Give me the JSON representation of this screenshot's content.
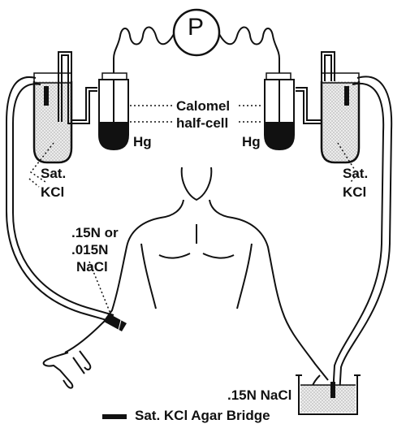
{
  "meter": {
    "letter": "P"
  },
  "labels": {
    "calomel_line1": "Calomel",
    "calomel_line2": "half-cell",
    "hg_left": "Hg",
    "hg_right": "Hg",
    "sat_left_1": "Sat.",
    "sat_left_2": "KCl",
    "sat_right_1": "Sat.",
    "sat_right_2": "KCl",
    "nacl_arm_1": ".15N  or",
    "nacl_arm_2": ".015N",
    "nacl_arm_3": "NaCl",
    "nacl_bath": ".15N NaCl"
  },
  "legend": {
    "label": "Sat. KCl Agar Bridge"
  },
  "colors": {
    "ink": "#111111",
    "fill": "#d8d8d8"
  }
}
